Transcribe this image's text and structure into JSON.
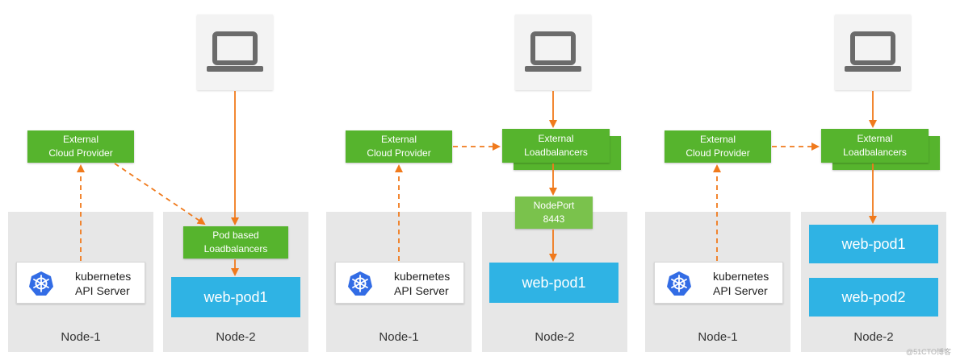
{
  "colors": {
    "green": "#56b42d",
    "green_light": "#7ac24c",
    "pod": "#2fb3e4",
    "node": "#e7e7e7",
    "arrow": "#f07a1c",
    "k8s_icon": "#326ce5"
  },
  "panels": [
    {
      "nodes": [
        "Node-1",
        "Node-2"
      ],
      "cloud_provider": [
        "External",
        "Cloud Provider"
      ],
      "api_server": [
        "kubernetes",
        "API Server"
      ],
      "loadbalancer": [
        "Pod based",
        "Loadbalancers"
      ],
      "pods": [
        "web-pod1"
      ]
    },
    {
      "nodes": [
        "Node-1",
        "Node-2"
      ],
      "cloud_provider": [
        "External",
        "Cloud Provider"
      ],
      "api_server": [
        "kubernetes",
        "API Server"
      ],
      "loadbalancer": [
        "External",
        "Loadbalancers"
      ],
      "nodeport": [
        "NodePort",
        "8443"
      ],
      "pods": [
        "web-pod1"
      ]
    },
    {
      "nodes": [
        "Node-1",
        "Node-2"
      ],
      "cloud_provider": [
        "External",
        "Cloud Provider"
      ],
      "api_server": [
        "kubernetes",
        "API Server"
      ],
      "loadbalancer": [
        "External",
        "Loadbalancers"
      ],
      "pods": [
        "web-pod1",
        "web-pod2"
      ]
    }
  ],
  "watermark": "@51CTO博客"
}
